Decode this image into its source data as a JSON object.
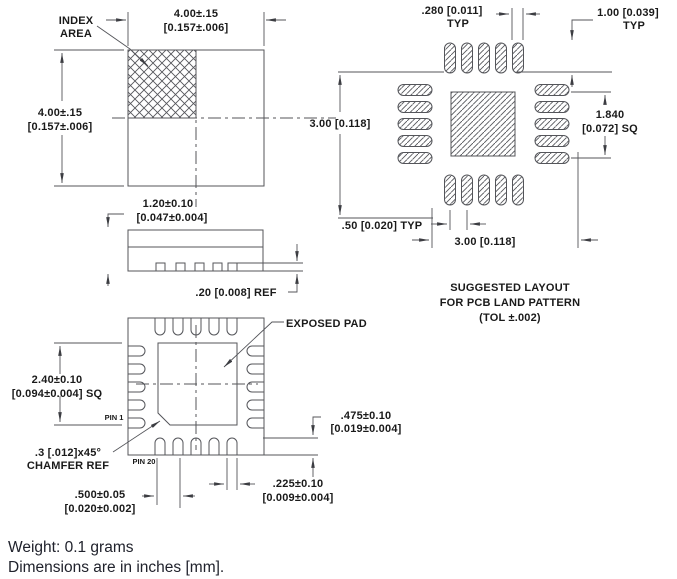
{
  "colors": {
    "background": "#ffffff",
    "line": "#54555a",
    "drawing_text": "#1a1a1a",
    "footer_text": "#20222c"
  },
  "top_view": {
    "index_area_line1": "INDEX",
    "index_area_line2": "AREA",
    "width_dim_line1": "4.00±.15",
    "width_dim_line2": "[0.157±.006]",
    "height_dim_line1": "4.00±.15",
    "height_dim_line2": "[0.157±.006]"
  },
  "land_pattern": {
    "pad_width_dim_line1": ".280 [0.011]",
    "pad_width_dim_line2": "TYP",
    "pad_length_dim_line1": "1.00 [0.039]",
    "pad_length_dim_line2": "TYP",
    "height_dim": "3.00 [0.118]",
    "inner_sq_dim_line1": "1.840",
    "inner_sq_dim_line2": "[0.072] SQ",
    "pitch_dim": ".50 [0.020] TYP",
    "width_dim": "3.00 [0.118]",
    "caption_line1": "SUGGESTED LAYOUT",
    "caption_line2": "FOR PCB LAND PATTERN",
    "caption_line3": "(TOL ±.002)"
  },
  "side_view": {
    "thickness_dim_line1": "1.20±0.10",
    "thickness_dim_line2": "[0.047±0.004]",
    "standoff_dim": ".20 [0.008] REF"
  },
  "bottom_view": {
    "pad_dim_line1": "2.40±0.10",
    "pad_dim_line2": "[0.094±0.004] SQ",
    "exposed_pad_label": "EXPOSED PAD",
    "pin1_label": "PIN 1",
    "pin20_label": "PIN 20",
    "chamfer_dim_line1": ".3 [.012]x45°",
    "chamfer_dim_line2": "CHAMFER REF",
    "pitch_dim_line1": ".500±0.05",
    "pitch_dim_line2": "[0.020±0.002]",
    "pin_width_dim_line1": ".225±0.10",
    "pin_width_dim_line2": "[0.009±0.004]",
    "pin_length_dim_line1": ".475±0.10",
    "pin_length_dim_line2": "[0.019±0.004]"
  },
  "footer": {
    "weight": "Weight: 0.1 grams",
    "units": "Dimensions are in inches [mm]."
  }
}
